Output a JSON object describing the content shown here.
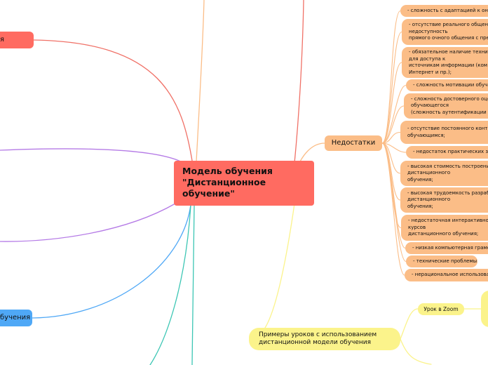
{
  "central": {
    "lines": [
      "Модель обучения",
      "\"Дистанционное",
      "обучение\""
    ]
  },
  "left_branches": {
    "red_label": "я",
    "blue_label": "бучения"
  },
  "disadvantages": {
    "label": "Недостатки",
    "items": [
      {
        "lines": [
          "- сложность с адаптацией к онлай"
        ]
      },
      {
        "lines": [
          "- отсутствие реального общени",
          "недоступность",
          "прямого очного общения с пре"
        ]
      },
      {
        "lines": [
          "- обязательное наличие техни",
          "для доступа к",
          "источникам информации (ком",
          "Интернет и пр.);"
        ]
      },
      {
        "lines": [
          "- сложность мотивации обучающ"
        ]
      },
      {
        "lines": [
          "- сложность достоверного оцен",
          "обучающегося",
          "(сложность аутентификации пол"
        ]
      },
      {
        "lines": [
          "- отсутствие постоянного контро",
          "обучающимся;"
        ]
      },
      {
        "lines": [
          "- недостаток практических занят"
        ]
      },
      {
        "lines": [
          "- высокая стоимость построени",
          "дистанционного",
          "обучения;"
        ]
      },
      {
        "lines": [
          "- высокая трудоемкость разраб",
          "дистанционного",
          "обучения;"
        ]
      },
      {
        "lines": [
          "- недостаточная интерактивнос",
          "курсов",
          "дистанционного обучения;"
        ]
      },
      {
        "lines": [
          "-   низкая компьютерная грамотн"
        ]
      },
      {
        "lines": [
          "- технические проблемы;"
        ]
      },
      {
        "lines": [
          "- нерациональное использовани"
        ]
      }
    ]
  },
  "examples": {
    "label": "Примеры уроков с использованием дистанционной модели обучения",
    "children": [
      {
        "label": "Урок в Zoom"
      }
    ]
  },
  "colors": {
    "red": "#ff6b61",
    "orange": "#fbbd87",
    "yellow": "#fbf38b",
    "blue": "#4fa8f6",
    "purple": "#b57be6",
    "teal": "#3cc6b4"
  }
}
